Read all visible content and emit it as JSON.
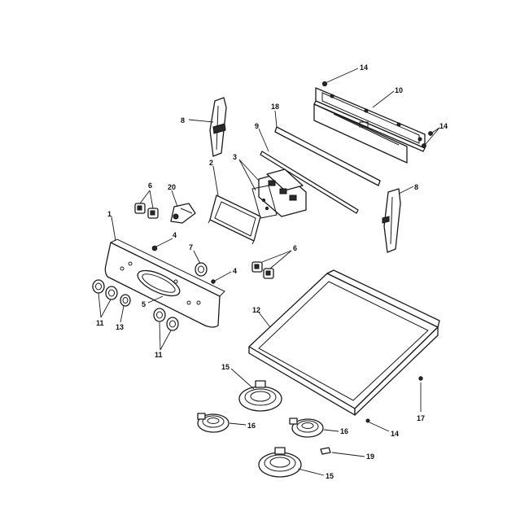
{
  "callouts": [
    {
      "id": "c1",
      "label": "1"
    },
    {
      "id": "c2",
      "label": "2"
    },
    {
      "id": "c3",
      "label": "3"
    },
    {
      "id": "c4a",
      "label": "4"
    },
    {
      "id": "c4b",
      "label": "4"
    },
    {
      "id": "c5",
      "label": "5"
    },
    {
      "id": "c6a",
      "label": "6"
    },
    {
      "id": "c6b",
      "label": "6"
    },
    {
      "id": "c7",
      "label": "7"
    },
    {
      "id": "c8a",
      "label": "8"
    },
    {
      "id": "c8b",
      "label": "8"
    },
    {
      "id": "c9",
      "label": "9"
    },
    {
      "id": "c10",
      "label": "10"
    },
    {
      "id": "c11a",
      "label": "11"
    },
    {
      "id": "c11b",
      "label": "11"
    },
    {
      "id": "c12",
      "label": "12"
    },
    {
      "id": "c13",
      "label": "13"
    },
    {
      "id": "c14a",
      "label": "14"
    },
    {
      "id": "c14b",
      "label": "14"
    },
    {
      "id": "c14c",
      "label": "14"
    },
    {
      "id": "c15a",
      "label": "15"
    },
    {
      "id": "c15b",
      "label": "15"
    },
    {
      "id": "c16a",
      "label": "16"
    },
    {
      "id": "c16b",
      "label": "16"
    },
    {
      "id": "c17",
      "label": "17"
    },
    {
      "id": "c18",
      "label": "18"
    },
    {
      "id": "c19",
      "label": "19"
    },
    {
      "id": "c20",
      "label": "20"
    }
  ]
}
